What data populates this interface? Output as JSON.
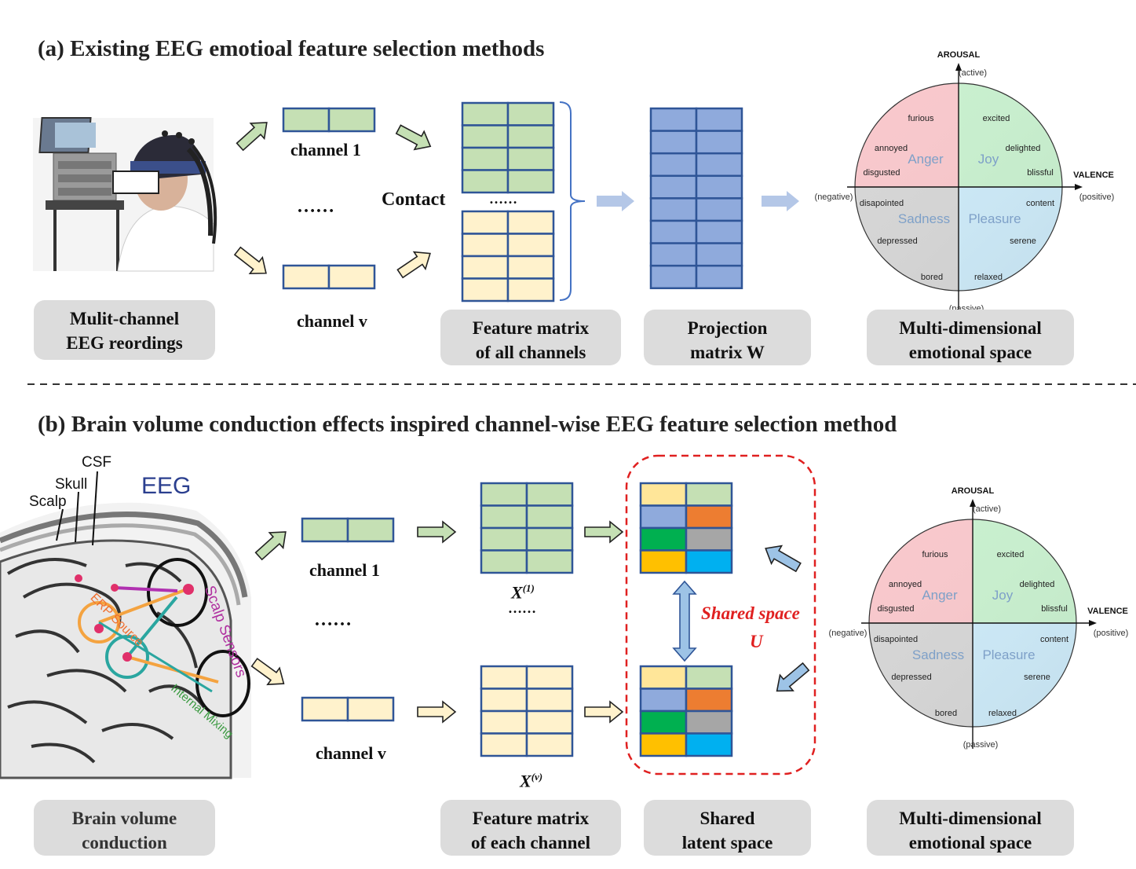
{
  "section_a": {
    "title": "(a) Existing EEG emotioal feature selection methods",
    "channel1_label": "channel 1",
    "channelv_label": "channel v",
    "dots": "……",
    "matrix_dots": "……",
    "concat_label": "Contact",
    "captions": [
      {
        "line1": "Mulit-channel",
        "line2": "EEG reordings"
      },
      {
        "line1": "Feature matrix",
        "line2": "of all channels"
      },
      {
        "line1": "Projection",
        "line2": "matrix W"
      },
      {
        "line1": "Multi-dimensional",
        "line2": "emotional space"
      }
    ]
  },
  "section_b": {
    "title": "(b) Brain volume conduction effects inspired channel-wise EEG feature selection method",
    "channel1_label": "channel 1",
    "channelv_label": "channel v",
    "dots": "……",
    "matrix_dots": "……",
    "x1_label": "X(1)",
    "xv_label": "X(v)",
    "shared_space_label": "Shared space",
    "shared_space_symbol": "U",
    "brain_labels": {
      "csf": "CSF",
      "skull": "Skull",
      "scalp": "Scalp",
      "eeg": "EEG",
      "erp": "ERP Source",
      "sensors": "Scalp Sensors",
      "mixing": "Internal Mixing"
    },
    "captions": [
      {
        "line1": "Brain volume",
        "line2": "conduction"
      },
      {
        "line1": "Feature matrix",
        "line2": "of each channel"
      },
      {
        "line1": "Shared",
        "line2": "latent space"
      },
      {
        "line1": "Multi-dimensional",
        "line2": "emotional space"
      }
    ]
  },
  "emotion_wheel": {
    "arousal": "AROUSAL",
    "active": "(active)",
    "passive": "(passive)",
    "valence": "VALENCE",
    "positive": "(positive)",
    "negative": "(negative)",
    "quadrants": [
      "Anger",
      "Joy",
      "Sadness",
      "Pleasure"
    ],
    "words": [
      "furious",
      "annoyed",
      "disgusted",
      "excited",
      "delighted",
      "blissful",
      "disapointed",
      "depressed",
      "bored",
      "content",
      "serene",
      "relaxed"
    ]
  },
  "colors": {
    "green": "#c5e0b4",
    "yellow": "#fff2cc",
    "blue": "#8faadc",
    "border": "#2f5597",
    "shared": [
      "#ffe699",
      "#c5e0b4",
      "#8faadc",
      "#ed7d31",
      "#00b050",
      "#a6a6a6",
      "#ffc000",
      "#00b0f0"
    ]
  }
}
